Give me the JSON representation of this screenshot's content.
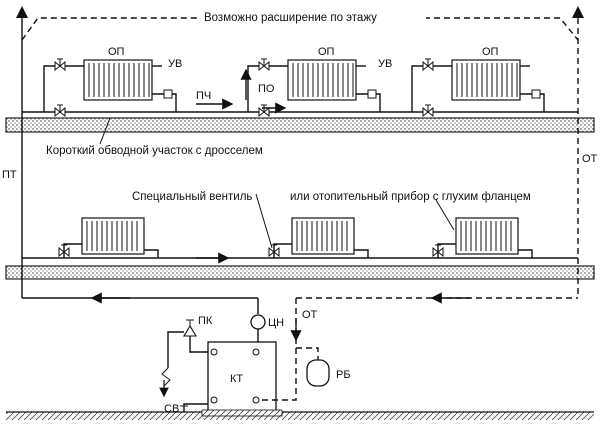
{
  "labels": {
    "expansion_note": "Возможно расширение по этажу",
    "bypass_note": "Короткий обводной участок с дросселем",
    "special_valve": "Специальный вентиль",
    "blind_flange_note": "или отопительный прибор с глухим фланцем",
    "op": "ОП",
    "uv": "УВ",
    "pch": "ПЧ",
    "po": "ПО",
    "pt": "ПТ",
    "ot": "ОТ",
    "pk": "ПК",
    "tsn": "ЦН",
    "kt": "КТ",
    "rb": "РБ",
    "sv": "СВ"
  }
}
